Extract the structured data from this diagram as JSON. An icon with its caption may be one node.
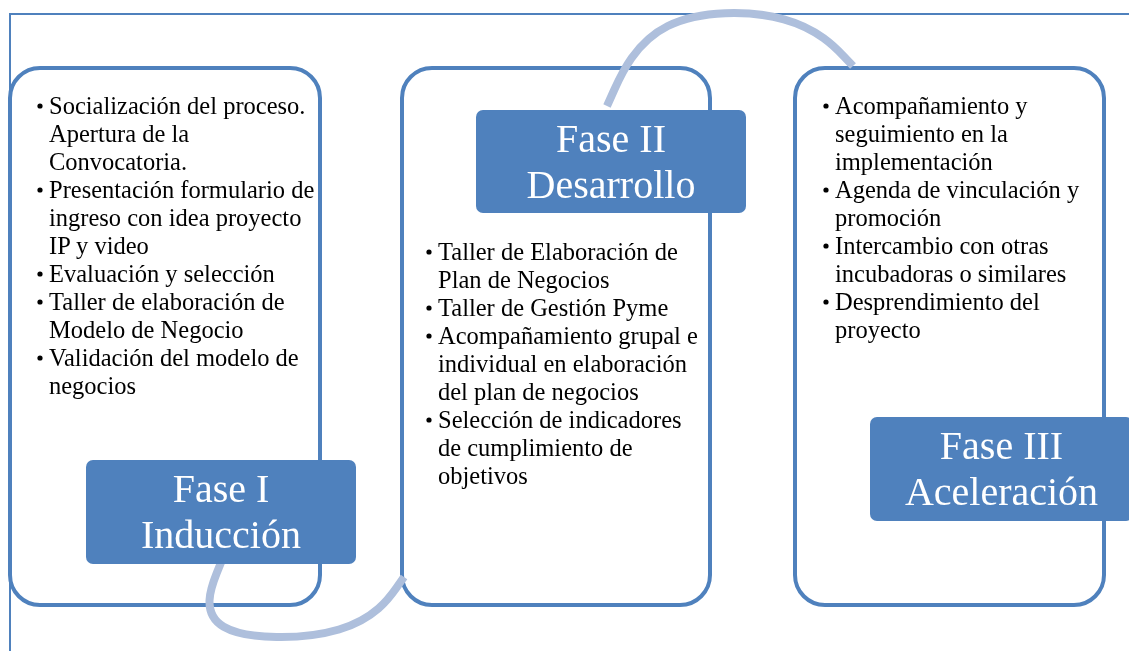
{
  "diagram": {
    "nodes": [
      {
        "text": [
          "Socialización del proceso. Apertura de la Convocatoria.",
          "Presentación formulario de ingreso con idea proyecto IP y video",
          "Evaluación y selección",
          "Taller de elaboración de Modelo de Negocio",
          "Validación del modelo de negocios"
        ]
      },
      {
        "text": [
          "Fase I Inducción"
        ],
        "in": 0
      },
      {
        "text": [
          "Taller de Elaboración de Plan de Negocios",
          "Taller de Gestión Pyme",
          "Acompañamiento grupal e individual en elaboración del plan de negocios",
          "Selección de indicadores de cumplimiento de objetivos"
        ]
      },
      {
        "text": [
          "Fase II Desarrollo"
        ],
        "in": 2
      },
      {
        "text": [
          "Acompañamiento y seguimiento en la implementación",
          "Agenda de vinculación y promoción",
          "Intercambio con otras incubadoras o similares",
          "Desprendimiento del proyecto"
        ]
      },
      {
        "text": [
          "Fase III Aceleración"
        ],
        "in": 4
      }
    ],
    "edges": [
      {
        "from": 1,
        "to": 2,
        "arrow": "none"
      },
      {
        "from": 3,
        "to": 4,
        "arrow": "none"
      }
    ]
  }
}
